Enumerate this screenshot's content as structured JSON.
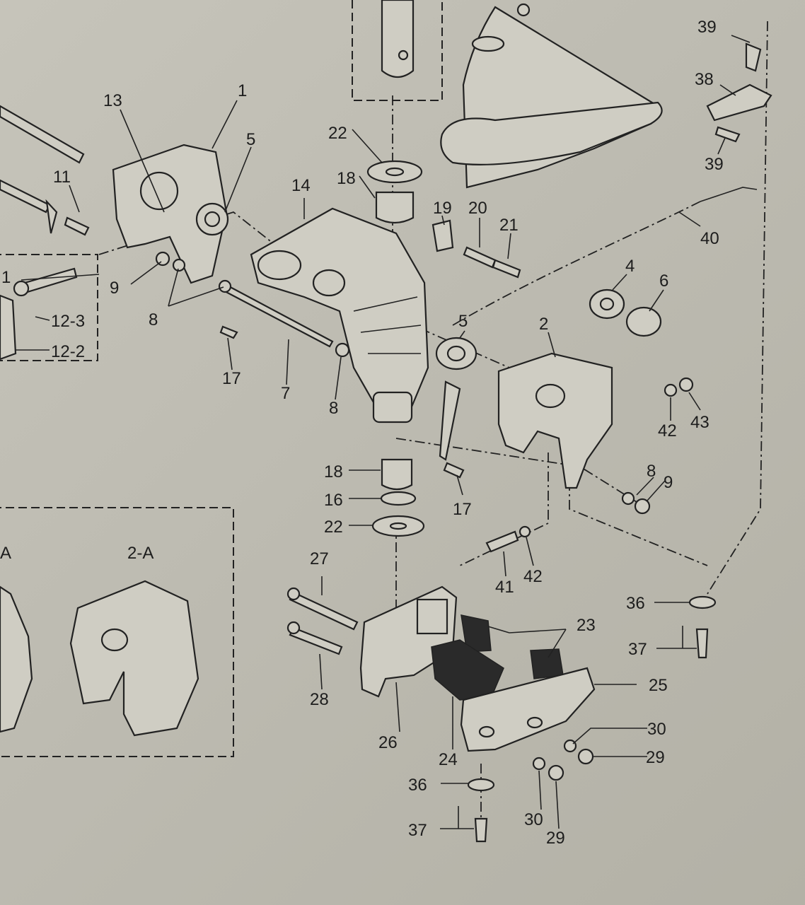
{
  "diagram": {
    "inset_label": "2-A",
    "inset_label_left": "A",
    "callouts": [
      {
        "key": "c1a",
        "text": "1"
      },
      {
        "key": "c1b",
        "text": "1"
      },
      {
        "key": "c2",
        "text": "2"
      },
      {
        "key": "c4",
        "text": "4"
      },
      {
        "key": "c5a",
        "text": "5"
      },
      {
        "key": "c5b",
        "text": "5"
      },
      {
        "key": "c6",
        "text": "6"
      },
      {
        "key": "c7",
        "text": "7"
      },
      {
        "key": "c8a",
        "text": "8"
      },
      {
        "key": "c8b",
        "text": "8"
      },
      {
        "key": "c8c",
        "text": "8"
      },
      {
        "key": "c9a",
        "text": "9"
      },
      {
        "key": "c9b",
        "text": "9"
      },
      {
        "key": "c11",
        "text": "11"
      },
      {
        "key": "c12_3",
        "text": "12-3"
      },
      {
        "key": "c12_2",
        "text": "12-2"
      },
      {
        "key": "c13",
        "text": "13"
      },
      {
        "key": "c14",
        "text": "14"
      },
      {
        "key": "c16",
        "text": "16"
      },
      {
        "key": "c17a",
        "text": "17"
      },
      {
        "key": "c17b",
        "text": "17"
      },
      {
        "key": "c18a",
        "text": "18"
      },
      {
        "key": "c18b",
        "text": "18"
      },
      {
        "key": "c19",
        "text": "19"
      },
      {
        "key": "c20",
        "text": "20"
      },
      {
        "key": "c21",
        "text": "21"
      },
      {
        "key": "c22a",
        "text": "22"
      },
      {
        "key": "c22b",
        "text": "22"
      },
      {
        "key": "c23",
        "text": "23"
      },
      {
        "key": "c24",
        "text": "24"
      },
      {
        "key": "c25",
        "text": "25"
      },
      {
        "key": "c26",
        "text": "26"
      },
      {
        "key": "c27",
        "text": "27"
      },
      {
        "key": "c28",
        "text": "28"
      },
      {
        "key": "c29a",
        "text": "29"
      },
      {
        "key": "c29b",
        "text": "29"
      },
      {
        "key": "c30a",
        "text": "30"
      },
      {
        "key": "c30b",
        "text": "30"
      },
      {
        "key": "c36a",
        "text": "36"
      },
      {
        "key": "c36b",
        "text": "36"
      },
      {
        "key": "c37a",
        "text": "37"
      },
      {
        "key": "c37b",
        "text": "37"
      },
      {
        "key": "c38",
        "text": "38"
      },
      {
        "key": "c39a",
        "text": "39"
      },
      {
        "key": "c39b",
        "text": "39"
      },
      {
        "key": "c40",
        "text": "40"
      },
      {
        "key": "c41",
        "text": "41"
      },
      {
        "key": "c42a",
        "text": "42"
      },
      {
        "key": "c42b",
        "text": "42"
      },
      {
        "key": "c43",
        "text": "43"
      }
    ]
  },
  "colors": {
    "paper": "#c2c0b6",
    "ink": "#1d1d1d",
    "part_fill": "#cfcdc3"
  }
}
